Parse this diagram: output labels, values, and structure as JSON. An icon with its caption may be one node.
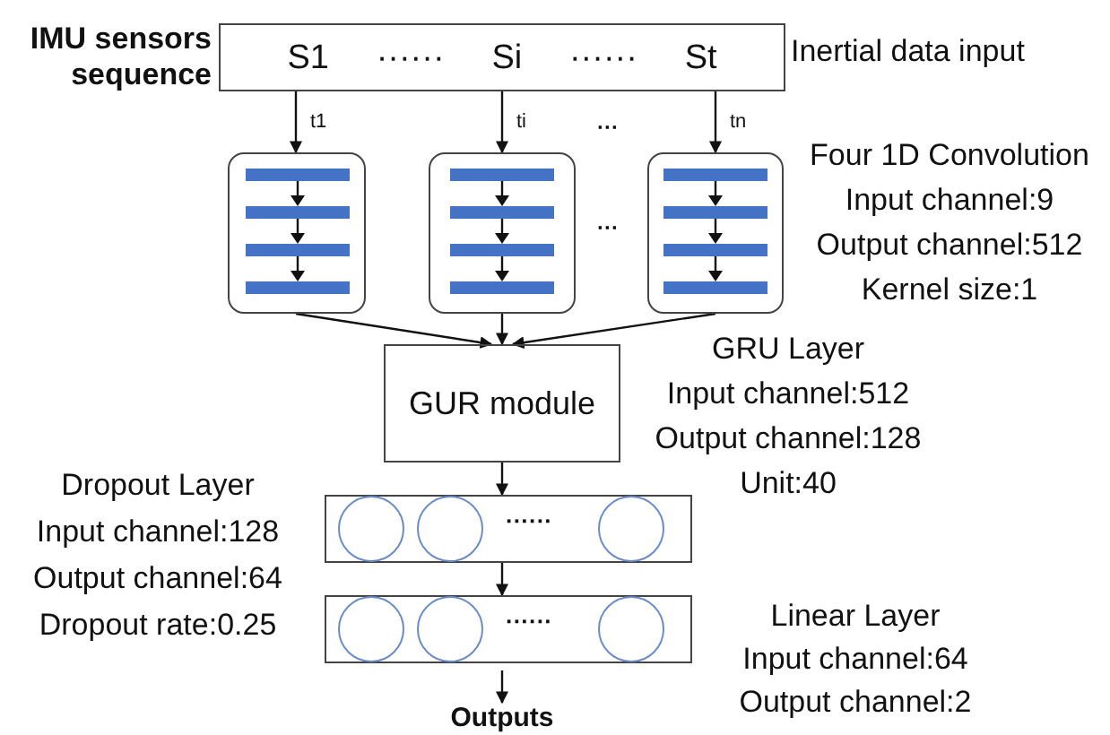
{
  "diagram": {
    "nodes": [
      {
        "text": [
          "S1",
          "······",
          "Si",
          "······",
          "St"
        ],
        "beside": [
          "IMU sensors sequence",
          "Inertial data input"
        ]
      },
      {
        "text": [],
        "shape": "box"
      },
      {
        "text": [],
        "shape": "box"
      },
      {
        "text": [],
        "shape": "box",
        "beside": [
          "Four 1D Convolution",
          "Input channel:9",
          "Output channel:512",
          "Kernel size:1"
        ]
      },
      {
        "text": [
          "GUR module"
        ],
        "beside": [
          "GRU Layer",
          "Input channel:512",
          "Output channel:128",
          "Unit:40"
        ]
      },
      {
        "text": [
          "······"
        ],
        "beside": [
          "Dropout Layer",
          "Input channel:128",
          "Output channel:64",
          "Dropout rate:0.25"
        ]
      },
      {
        "text": [
          "······"
        ],
        "beside": [
          "Linear Layer",
          "Input channel:64",
          "Output channel:2"
        ]
      },
      {
        "text": [
          "Outputs"
        ]
      }
    ],
    "edges": [
      {
        "from": 0,
        "to": 1,
        "arrow": "to",
        "label": "t1"
      },
      {
        "from": 0,
        "to": 2,
        "arrow": "to",
        "label": "ti"
      },
      {
        "from": 0,
        "to": 3,
        "arrow": "to",
        "label": "tn"
      },
      {
        "from": 1,
        "to": 4,
        "arrow": "to"
      },
      {
        "from": 2,
        "to": 4,
        "arrow": "to"
      },
      {
        "from": 3,
        "to": 4,
        "arrow": "to"
      },
      {
        "from": 4,
        "to": 5,
        "arrow": "to"
      },
      {
        "from": 5,
        "to": 6,
        "arrow": "to"
      },
      {
        "from": 6,
        "to": 7,
        "arrow": "to"
      }
    ],
    "labels": [
      "···",
      "···"
    ]
  }
}
